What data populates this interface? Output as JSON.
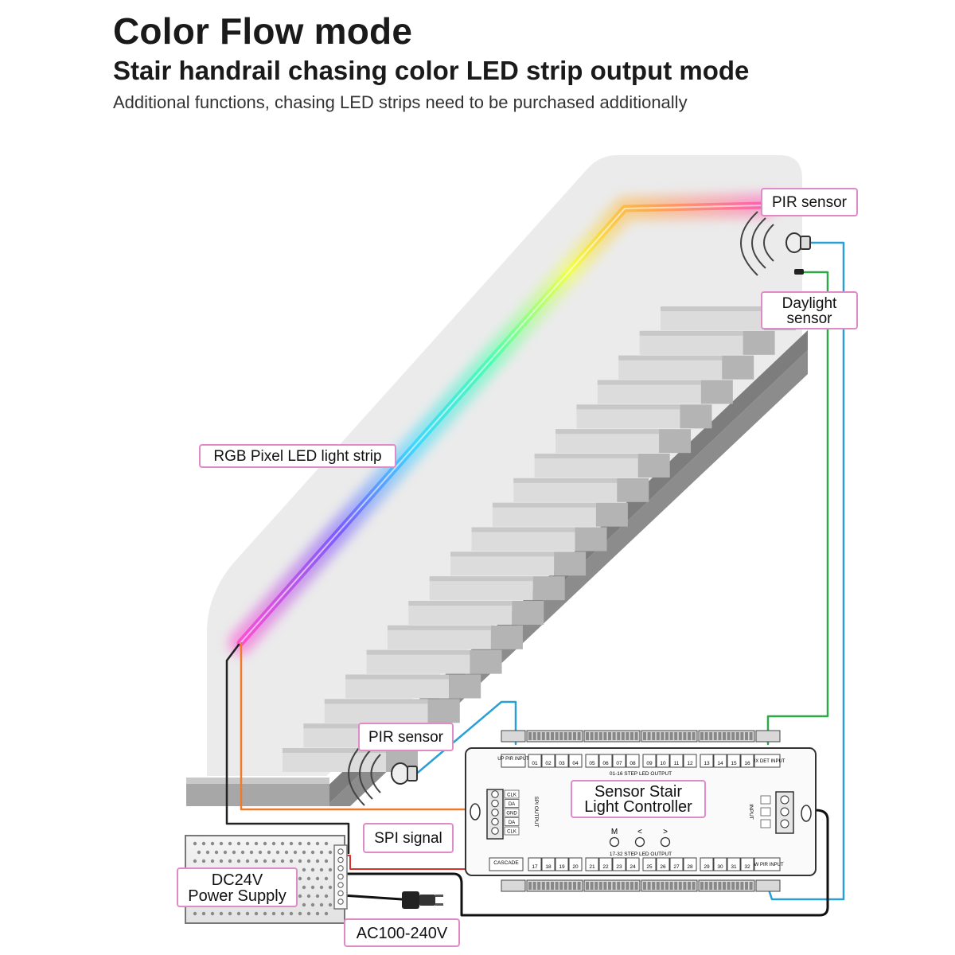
{
  "header": {
    "title": "Color Flow mode",
    "subtitle": "Stair handrail chasing color LED strip output mode",
    "note": "Additional functions, chasing LED strips need to be purchased additionally"
  },
  "labels": {
    "pir_top": "PIR sensor",
    "daylight_line1": "Daylight",
    "daylight_line2": "sensor",
    "rgb_strip": "RGB Pixel LED light strip",
    "pir_bottom": "PIR sensor",
    "spi": "SPI signal",
    "controller_line1": "Sensor Stair",
    "controller_line2": "Light Controller",
    "psu_line1": "DC24V",
    "psu_line2": "Power Supply",
    "ac": "AC100-240V"
  },
  "controller": {
    "up_pir": "UP PIR INPUT",
    "lux_det": "LUX DET INPUT",
    "dw_pir": "DW PIR INPUT",
    "cascade": "CASCADE",
    "top_output": "01-16 STEP LED OUTPUT",
    "bottom_output": "17-32 STEP LED OUTPUT",
    "spi_output": "SPI OUTPUT",
    "input": "INPUT",
    "spi_pins": [
      "CLK",
      "DA",
      "GND",
      "DA",
      "CLK"
    ],
    "buttons": [
      "M",
      "<",
      ">"
    ],
    "top_channels": [
      "01",
      "02",
      "03",
      "04",
      "05",
      "06",
      "07",
      "08",
      "09",
      "10",
      "11",
      "12",
      "13",
      "14",
      "15",
      "16"
    ],
    "bottom_channels": [
      "17",
      "18",
      "19",
      "20",
      "21",
      "22",
      "23",
      "24",
      "25",
      "26",
      "27",
      "28",
      "29",
      "30",
      "31",
      "32"
    ]
  },
  "colors": {
    "callout_border": "#e08ac7",
    "wire_blue": "#2a9fd6",
    "wire_green": "#2fa84a",
    "wire_orange": "#f07a2a",
    "wire_black": "#111111",
    "wall": "#ebebeb"
  }
}
